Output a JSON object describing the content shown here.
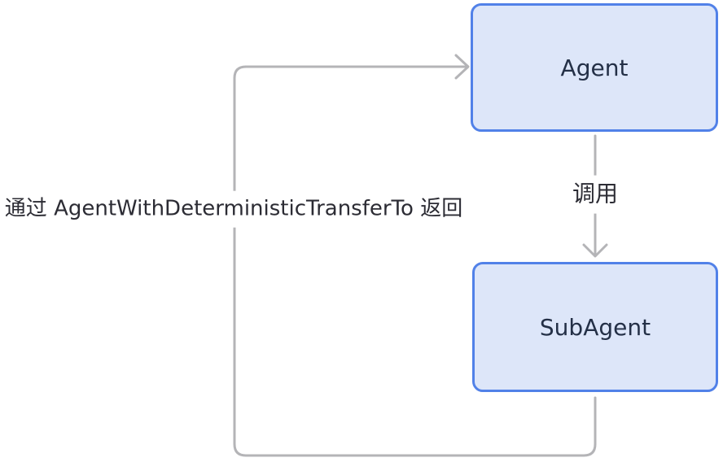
{
  "diagram": {
    "type": "flowchart",
    "nodes": [
      {
        "id": "agent",
        "label": "Agent"
      },
      {
        "id": "subagent",
        "label": "SubAgent"
      }
    ],
    "edges": [
      {
        "from": "agent",
        "to": "subagent",
        "label": "调用",
        "direction": "down"
      },
      {
        "from": "subagent",
        "to": "agent",
        "label": "通过 AgentWithDeterministicTransferTo 返回",
        "direction": "loop-left"
      }
    ],
    "colors": {
      "node_fill": "#dde6f9",
      "node_border": "#5181e8",
      "node_text": "#243047",
      "edge_stroke": "#b4b4b7",
      "label_text": "#2c2c34",
      "background": "#ffffff"
    }
  }
}
